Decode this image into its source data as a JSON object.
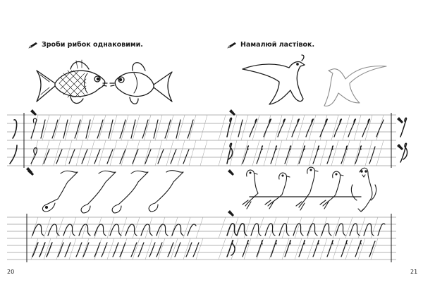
{
  "left_page": {
    "task": "Зроби рибок однаковими.",
    "page_number": "20"
  },
  "right_page": {
    "task": "Намалюй ластівок.",
    "page_number": "21"
  },
  "icons": {
    "task_marker": "pencil-icon",
    "guide_marker": "pen-nib-icon",
    "line_color": "#9a9a9a",
    "ink_color": "#1a1a1a"
  }
}
